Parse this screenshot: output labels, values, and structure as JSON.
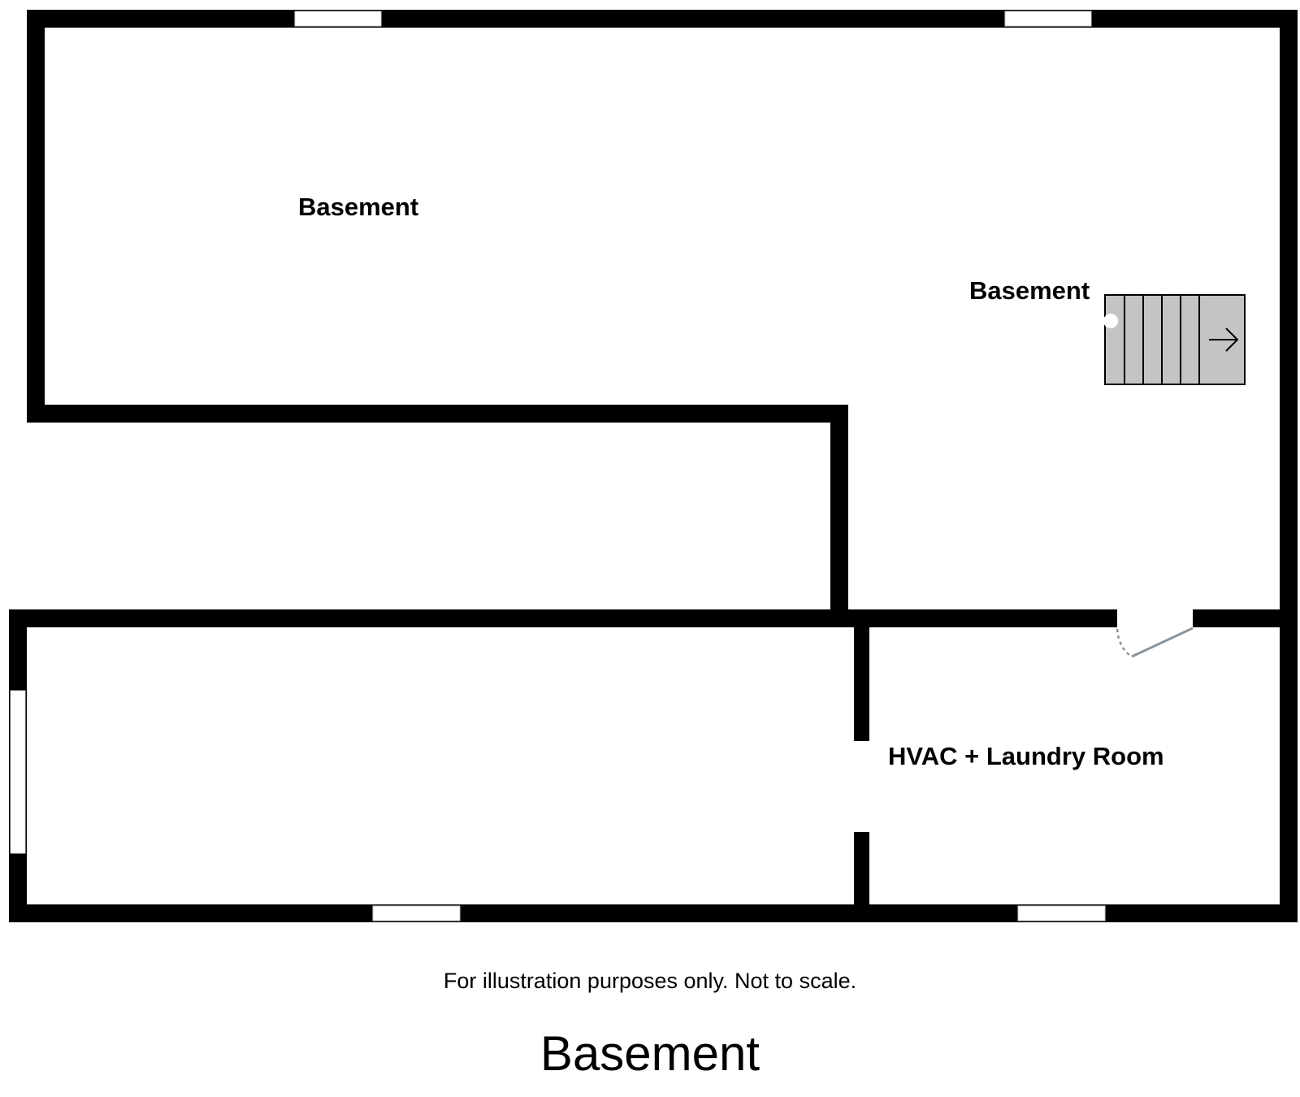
{
  "rooms": {
    "basement_main": "Basement",
    "basement_stair": "Basement",
    "hvac_laundry": "HVAC + Laundry Room"
  },
  "footer": {
    "note": "For illustration purposes only. Not to scale.",
    "floor_name": "Basement"
  },
  "colors": {
    "wall": "#000000",
    "stair_fill": "#c4c4c4",
    "door": "#8a949c"
  }
}
